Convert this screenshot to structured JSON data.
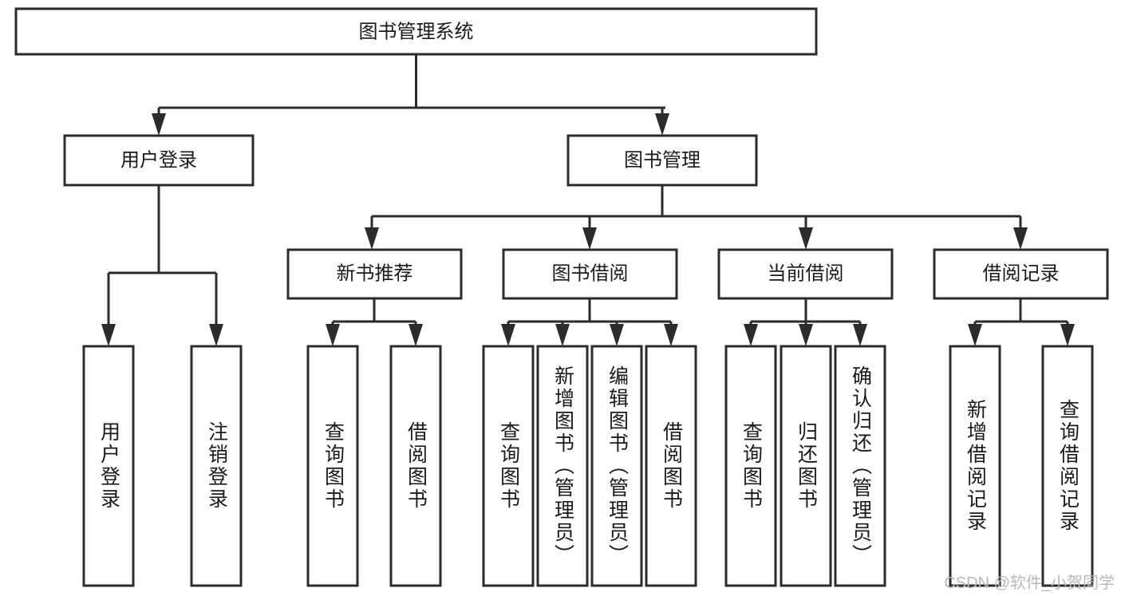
{
  "diagram": {
    "title": "图书管理系统",
    "type": "tree",
    "orientation": "top-down",
    "colors": {
      "stroke": "#2b2b2b",
      "fill": "#ffffff",
      "text": "#1a1a1a",
      "watermark": "#b9b9b9",
      "background": "#ffffff"
    },
    "root": {
      "id": "root",
      "label": "图书管理系统"
    },
    "level1": [
      {
        "id": "user-login",
        "label": "用户登录"
      },
      {
        "id": "book-manage",
        "label": "图书管理"
      }
    ],
    "level2": [
      {
        "id": "new-book-rec",
        "label": "新书推荐",
        "parent": "book-manage"
      },
      {
        "id": "book-borrow",
        "label": "图书借阅",
        "parent": "book-manage"
      },
      {
        "id": "current-borrow",
        "label": "当前借阅",
        "parent": "book-manage"
      },
      {
        "id": "borrow-record",
        "label": "借阅记录",
        "parent": "book-manage"
      }
    ],
    "leaves": [
      {
        "id": "leaf-user-login",
        "label": "用户登录",
        "parent": "user-login"
      },
      {
        "id": "leaf-logout",
        "label": "注销登录",
        "parent": "user-login"
      },
      {
        "id": "leaf-query-book-1",
        "label": "查询图书",
        "parent": "new-book-rec"
      },
      {
        "id": "leaf-borrow-book-1",
        "label": "借阅图书",
        "parent": "new-book-rec"
      },
      {
        "id": "leaf-query-book-2",
        "label": "查询图书",
        "parent": "book-borrow"
      },
      {
        "id": "leaf-add-book",
        "label": "新增图书（管理员）",
        "parent": "book-borrow"
      },
      {
        "id": "leaf-edit-book",
        "label": "编辑图书（管理员）",
        "parent": "book-borrow"
      },
      {
        "id": "leaf-borrow-book-2",
        "label": "借阅图书",
        "parent": "book-borrow"
      },
      {
        "id": "leaf-query-book-3",
        "label": "查询图书",
        "parent": "current-borrow"
      },
      {
        "id": "leaf-return-book",
        "label": "归还图书",
        "parent": "current-borrow"
      },
      {
        "id": "leaf-confirm-return",
        "label": "确认归还（管理员）",
        "parent": "current-borrow"
      },
      {
        "id": "leaf-add-record",
        "label": "新增借阅记录",
        "parent": "borrow-record"
      },
      {
        "id": "leaf-query-record",
        "label": "查询借阅记录",
        "parent": "borrow-record"
      }
    ]
  },
  "watermark": {
    "text": "CSDN @软件_小贺同学"
  }
}
